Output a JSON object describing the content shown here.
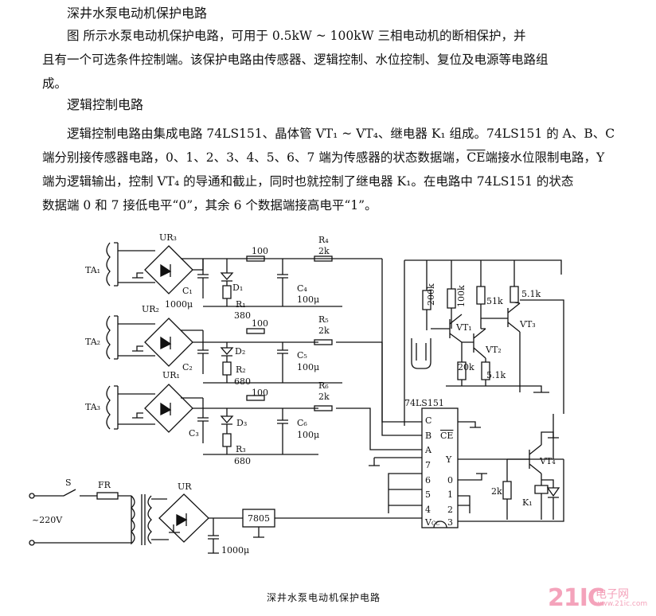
{
  "doc": {
    "title1": "深井水泵电动机保护电路",
    "p1_l1": "图        所示水泵电动机保护电路，可用于 0.5kW ~ 100kW 三相电动机的断相保护，并",
    "p1_l2": "且有一个可选条件控制端。该保护电路由传感器、逻辑控制、水位控制、复位及电源等电路组",
    "p1_l3": "成。",
    "title2": "逻辑控制电路",
    "p2_l1": "逻辑控制电路由集成电路 74LS151、晶体管 VT₁ ~ VT₄、继电器 K₁ 组成。74LS151 的 A、B、C",
    "p2_l2a": "端分别接传感器电路，0、1、2、3、4、5、6、7 端为传感器的状态数据端，",
    "p2_l2_ce": "CE",
    "p2_l2b": "端接水位限制电路，Y",
    "p2_l3": "端为逻辑输出，控制 VT₄ 的导通和截止，同时也就控制了继电器 K₁。在电路中 74LS151 的状态",
    "p2_l4": "数据端 0 和 7 接低电平“0”，其余 6 个数据端接高电平“1”。",
    "caption": "深井水泵电动机保护电路"
  },
  "watermark": {
    "mark": "21IC",
    "cn": "电子网",
    "url": "www.21ic.com"
  },
  "schematic": {
    "ta1": "TA₁",
    "ta2": "TA₂",
    "ta3": "TA₃",
    "ur3": "UR₃",
    "ur2": "UR₂",
    "ur1": "UR₁",
    "ur": "UR",
    "c1": "C₁",
    "c1v": "1000μ",
    "c2": "C₂",
    "c3": "C₃",
    "d1": "D₁",
    "d2": "D₂",
    "d3": "D₃",
    "r1": "R₁",
    "r1v": "380",
    "r2": "R₂",
    "r2v": "680",
    "r3": "R₃",
    "r3v": "680",
    "res100": "100",
    "c4": "C₄",
    "c5": "C₅",
    "c6": "C₆",
    "cap100": "100μ",
    "r4": "R₄",
    "r5": "R₅",
    "r6": "R₆",
    "r2k": "2k",
    "v200k": "200k",
    "v100k": "100k",
    "v51k": "51k",
    "v51k2": "5.1k",
    "v20k": "20k",
    "v51k3": "5.1k",
    "vt1": "VT₁",
    "vt2": "VT₂",
    "vt3": "VT₃",
    "vt4": "VT₄",
    "ic": "74LS151",
    "pinC": "C",
    "pinB": "B",
    "pinA": "A",
    "pin7": "7",
    "pin6": "6",
    "pin5": "5",
    "pin4": "4",
    "pinV": "V",
    "pinCC": "CC",
    "pinCE": "CE",
    "pinY": "Y",
    "pin0": "0",
    "pin1": "1",
    "pin2": "2",
    "pin3": "3",
    "k1": "K₁",
    "r2k2": "2k",
    "sw": "S",
    "fr": "FR",
    "ac": "~220V",
    "reg": "7805",
    "cout": "1000μ"
  }
}
